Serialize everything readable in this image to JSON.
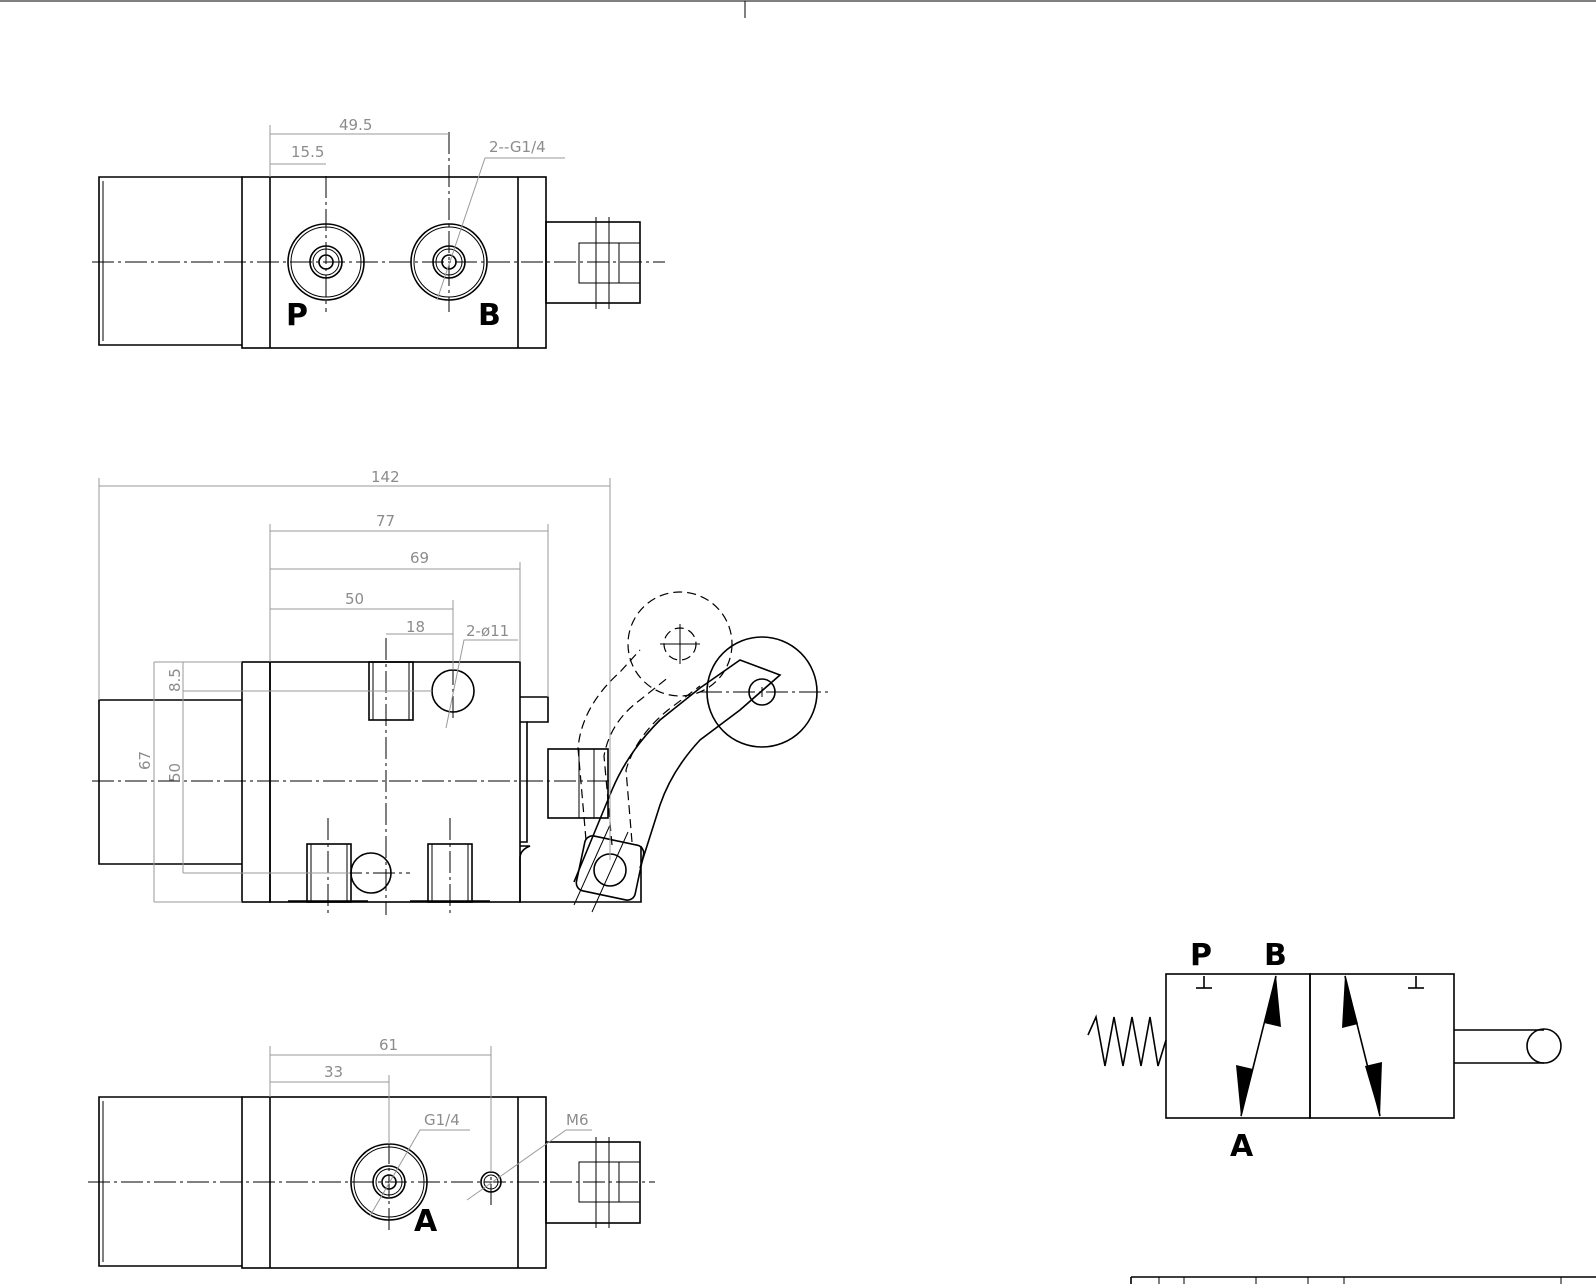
{
  "top_view": {
    "dims": {
      "d1": "49.5",
      "d2": "15.5",
      "thread": "2--G1/4"
    },
    "ports": {
      "p": "P",
      "b": "B"
    }
  },
  "front_view": {
    "dims": {
      "overall": "142",
      "d77": "77",
      "d69": "69",
      "d50": "50",
      "d18": "18",
      "holes": "2-ø11",
      "h85": "8.5",
      "h67": "67",
      "h50": "50"
    }
  },
  "bottom_view": {
    "dims": {
      "d61": "61",
      "d33": "33",
      "thread": "G1/4",
      "screw": "M6"
    },
    "ports": {
      "a": "A"
    }
  },
  "symbol": {
    "ports": {
      "p": "P",
      "b": "B",
      "a": "A"
    }
  }
}
